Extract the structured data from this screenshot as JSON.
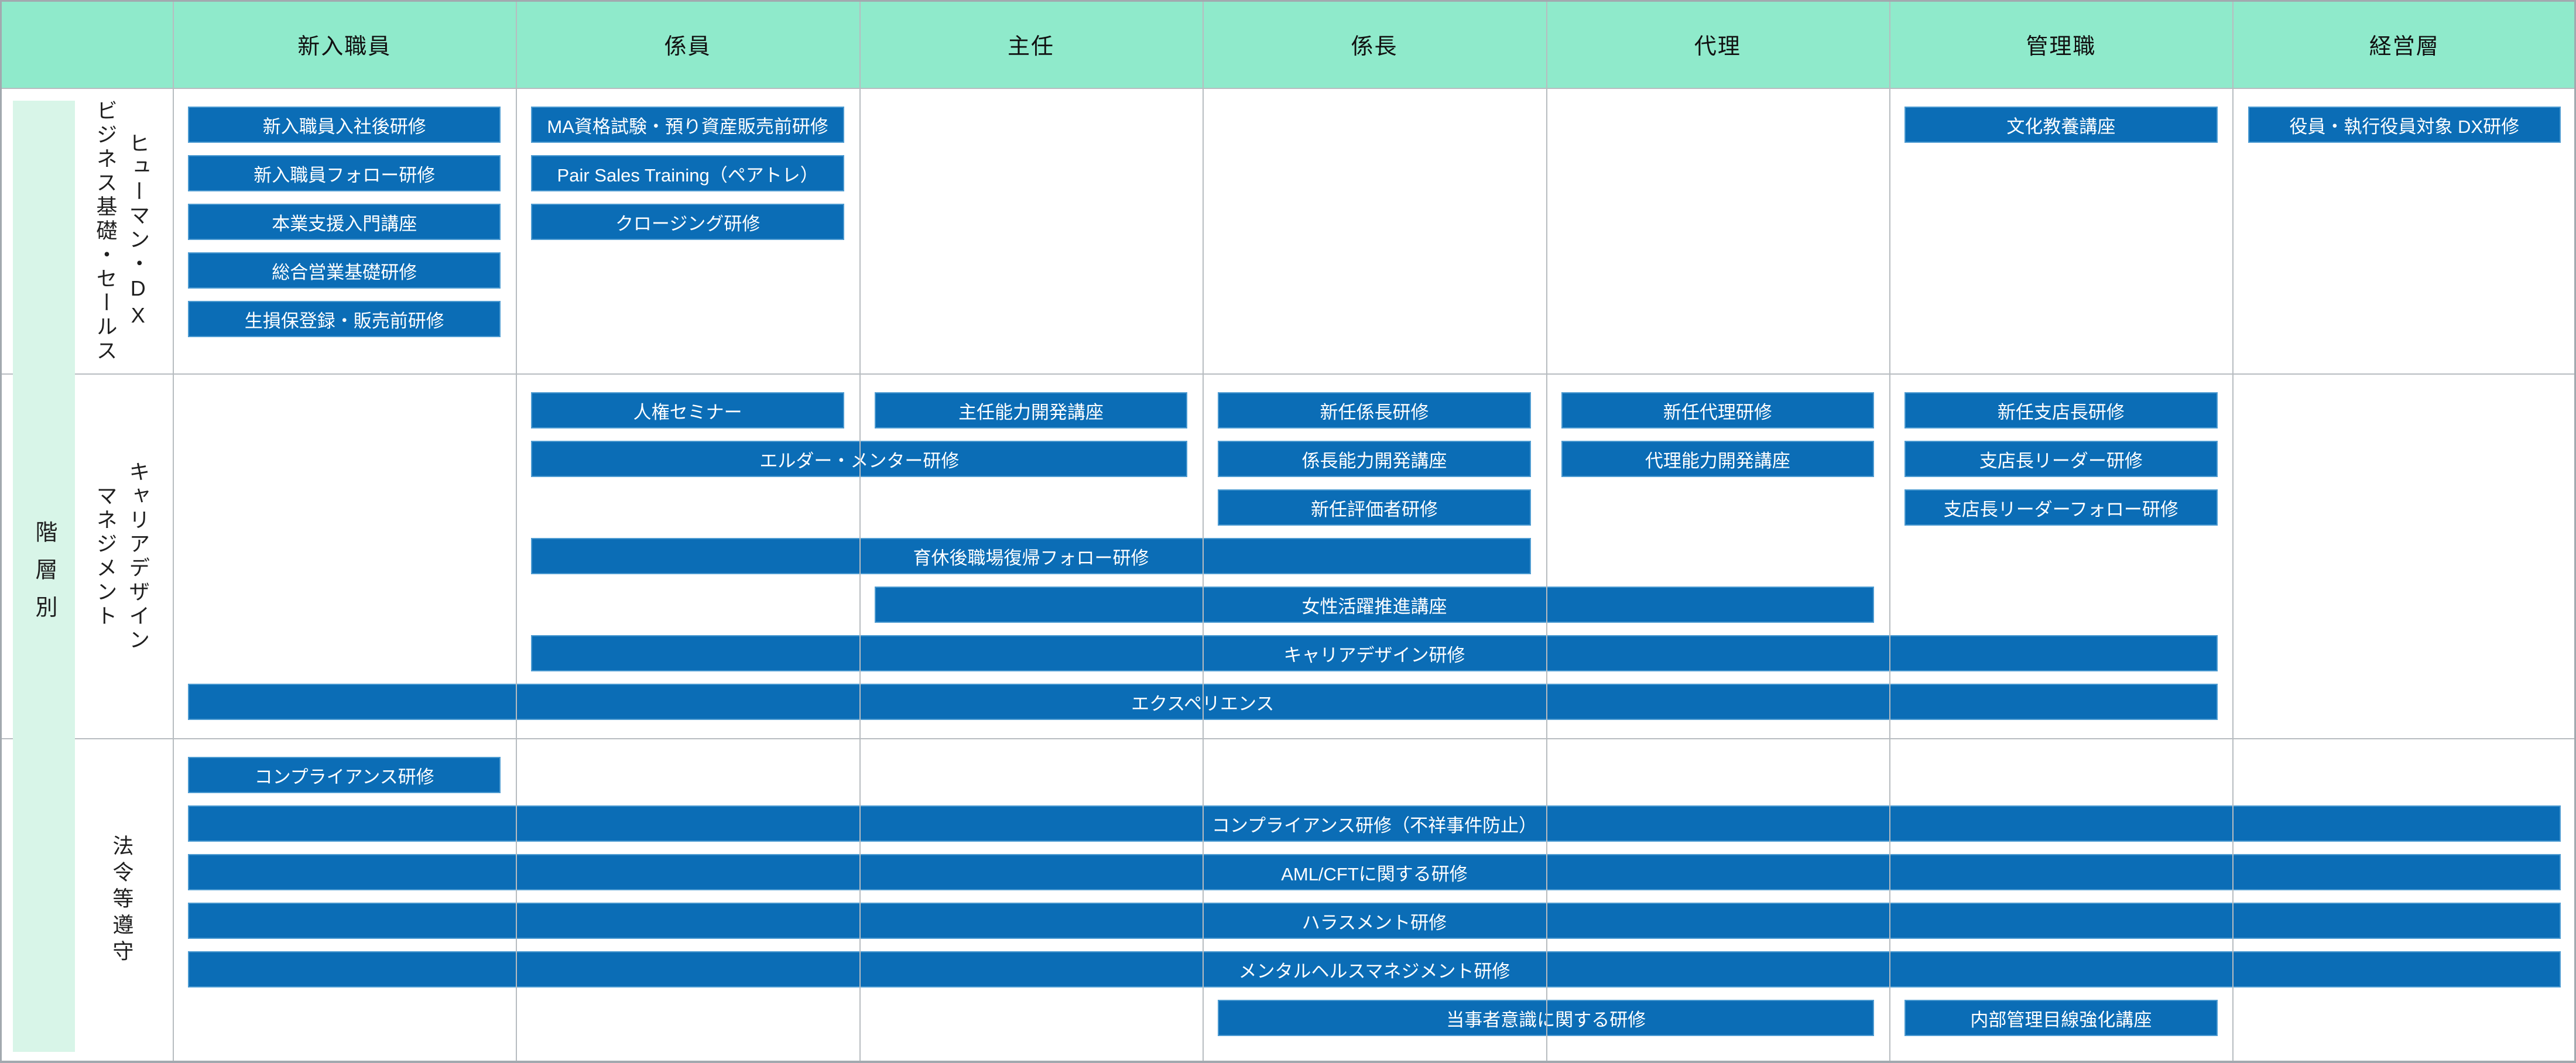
{
  "header": {
    "columns": [
      "新入職員",
      "係員",
      "主任",
      "係長",
      "代理",
      "管理職",
      "経営層"
    ]
  },
  "axis": {
    "label": "階層別"
  },
  "sections": [
    {
      "id": "human-dx-sales",
      "label_lines": [
        "ヒューマン・DX",
        "ビジネス基礎・セールス"
      ],
      "items": [
        {
          "label": "新入職員入社後研修",
          "row": 1,
          "col": 1,
          "span": 1
        },
        {
          "label": "MA資格試験・預り資産販売前研修",
          "row": 1,
          "col": 2,
          "span": 1
        },
        {
          "label": "文化教養講座",
          "row": 1,
          "col": 6,
          "span": 1
        },
        {
          "label": "役員・執行役員対象 DX研修",
          "row": 1,
          "col": 7,
          "span": 1
        },
        {
          "label": "新入職員フォロー研修",
          "row": 2,
          "col": 1,
          "span": 1
        },
        {
          "label": "Pair Sales Training（ペアトレ）",
          "row": 2,
          "col": 2,
          "span": 1
        },
        {
          "label": "本業支援入門講座",
          "row": 3,
          "col": 1,
          "span": 1
        },
        {
          "label": "クロージング研修",
          "row": 3,
          "col": 2,
          "span": 1
        },
        {
          "label": "総合営業基礎研修",
          "row": 4,
          "col": 1,
          "span": 1
        },
        {
          "label": "生損保登録・販売前研修",
          "row": 5,
          "col": 1,
          "span": 1
        }
      ]
    },
    {
      "id": "career-design-management",
      "label_lines": [
        "キャリアデザイン",
        "マネジメント"
      ],
      "items": [
        {
          "label": "人権セミナー",
          "row": 1,
          "col": 2,
          "span": 1
        },
        {
          "label": "主任能力開発講座",
          "row": 1,
          "col": 3,
          "span": 1
        },
        {
          "label": "新任係長研修",
          "row": 1,
          "col": 4,
          "span": 1
        },
        {
          "label": "新任代理研修",
          "row": 1,
          "col": 5,
          "span": 1
        },
        {
          "label": "新任支店長研修",
          "row": 1,
          "col": 6,
          "span": 1
        },
        {
          "label": "エルダー・メンター研修",
          "row": 2,
          "col": 2,
          "span": 2
        },
        {
          "label": "係長能力開発講座",
          "row": 2,
          "col": 4,
          "span": 1
        },
        {
          "label": "代理能力開発講座",
          "row": 2,
          "col": 5,
          "span": 1
        },
        {
          "label": "支店長リーダー研修",
          "row": 2,
          "col": 6,
          "span": 1
        },
        {
          "label": "新任評価者研修",
          "row": 3,
          "col": 4,
          "span": 1
        },
        {
          "label": "支店長リーダーフォロー研修",
          "row": 3,
          "col": 6,
          "span": 1
        },
        {
          "label": "育休後職場復帰フォロー研修",
          "row": 4,
          "col": 2,
          "span": 3
        },
        {
          "label": "女性活躍推進講座",
          "row": 5,
          "col": 3,
          "span": 3
        },
        {
          "label": "キャリアデザイン研修",
          "row": 6,
          "col": 2,
          "span": 5
        },
        {
          "label": "エクスペリエンス",
          "row": 7,
          "col": 1,
          "span": 6
        }
      ]
    },
    {
      "id": "legal-compliance",
      "label_lines": [
        "法令等遵守"
      ],
      "items": [
        {
          "label": "コンプライアンス研修",
          "row": 1,
          "col": 1,
          "span": 1
        },
        {
          "label": "コンプライアンス研修（不祥事件防止）",
          "row": 2,
          "col": 1,
          "span": 7
        },
        {
          "label": "AML/CFTに関する研修",
          "row": 3,
          "col": 1,
          "span": 7
        },
        {
          "label": "ハラスメント研修",
          "row": 4,
          "col": 1,
          "span": 7
        },
        {
          "label": "メンタルヘルスマネジメント研修",
          "row": 5,
          "col": 1,
          "span": 7
        },
        {
          "label": "当事者意識に関する研修",
          "row": 6,
          "col": 4,
          "span": 2
        },
        {
          "label": "内部管理目線強化講座",
          "row": 6,
          "col": 6,
          "span": 1
        }
      ]
    }
  ],
  "colors": {
    "header_bg": "#8FEACB",
    "strip_bg": "#D8F5E8",
    "bar_bg": "#0B6DB6",
    "bar_border": "#4D9BD1",
    "grid_line": "#B7BCC0",
    "bar_text": "#FFFFFF",
    "text": "#1F1F1F"
  }
}
